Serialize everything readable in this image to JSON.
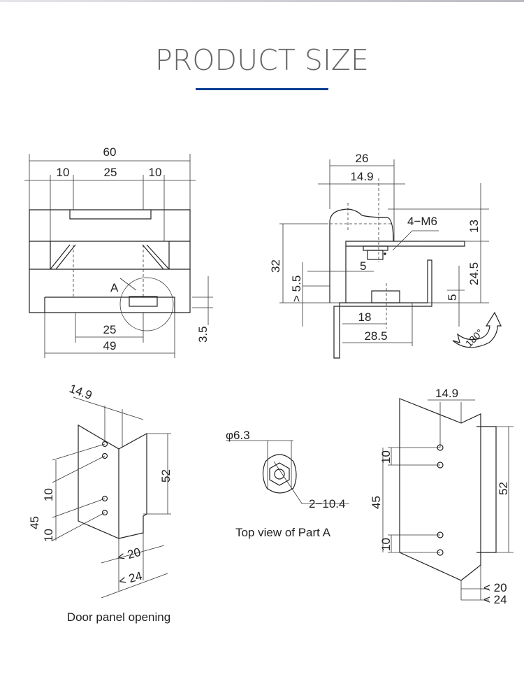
{
  "header": {
    "title": "PRODUCT SIZE",
    "accent_color": "#0a3f93"
  },
  "front_view": {
    "dims": {
      "total_width": "60",
      "left": "10",
      "middle": "25",
      "right": "10",
      "bottom_inner": "25",
      "bottom_total": "49",
      "offset": "3.5"
    },
    "part_label": "A"
  },
  "side_view": {
    "dims": {
      "width": "26",
      "hole_offset": "14.9",
      "height": "32",
      "min_gap": "> 5.5",
      "gap": "5",
      "top_height": "13",
      "lower_height": "24.5",
      "right_gap": "5",
      "bottom_inner": "18",
      "bottom_total": "28.5"
    },
    "thread_label": "4−M6",
    "rotation_label": "180°"
  },
  "door_panel": {
    "dims": {
      "hole_offset": "14.9",
      "height": "52",
      "spacing_top": "10",
      "span": "45",
      "spacing_bottom": "10",
      "max_thickness_1": "< 20",
      "max_thickness_2": "< 24"
    },
    "caption": "Door panel opening"
  },
  "part_a": {
    "diameter": "φ6.3",
    "slot": "2−10.4",
    "caption": "Top view of Part A"
  },
  "frame_view": {
    "dims": {
      "hole_offset": "14.9",
      "spacing_top": "10",
      "span": "45",
      "spacing_bottom": "10",
      "height": "52",
      "max_thickness_1": "< 20",
      "max_thickness_2": "< 24"
    }
  }
}
